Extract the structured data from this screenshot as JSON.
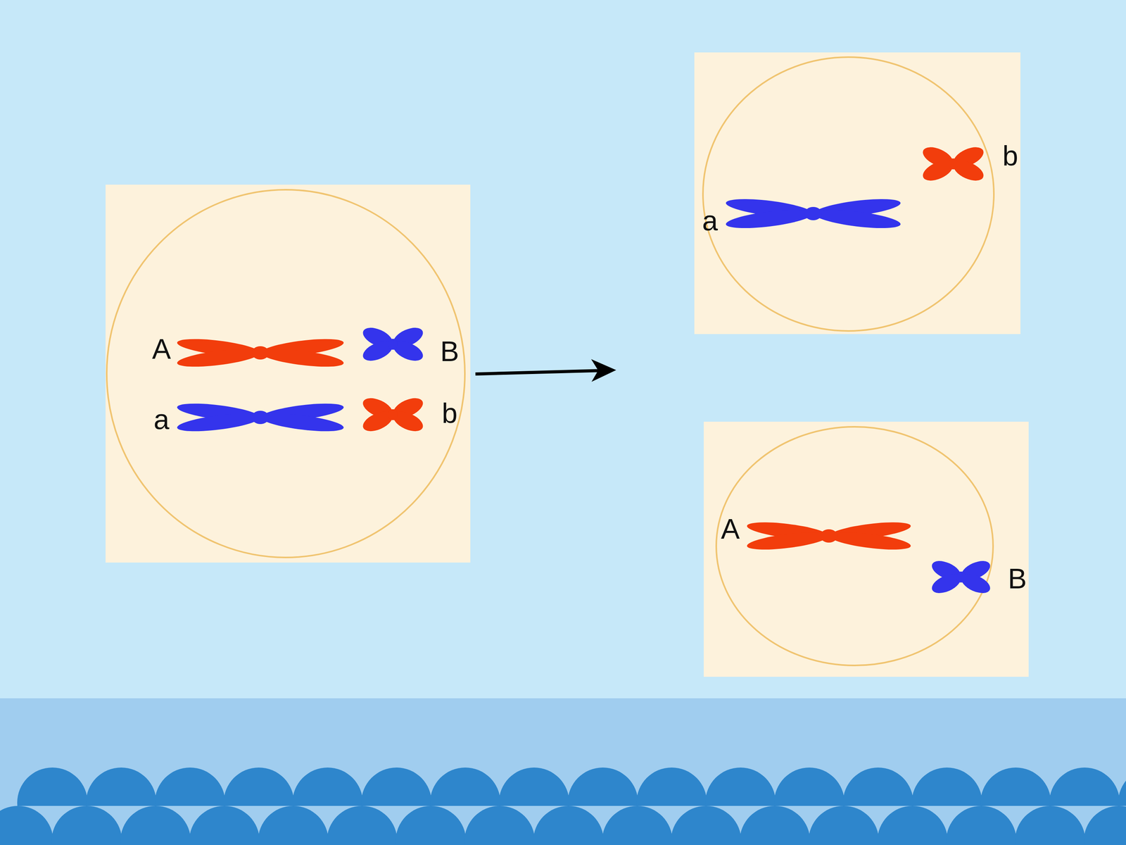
{
  "diagram": {
    "nodes": [
      {
        "text": [
          "A",
          "B",
          "a",
          "b"
        ]
      },
      {
        "text": [
          "b",
          "a"
        ]
      },
      {
        "text": [
          "A",
          "B"
        ]
      }
    ]
  }
}
